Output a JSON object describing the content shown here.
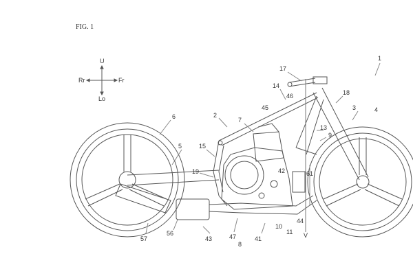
{
  "figure_label": "FIG. 1",
  "directions": {
    "up": "U",
    "rear": "Rr",
    "front": "Fr",
    "low": "Lo"
  },
  "reference_numerals": {
    "motorcycle": "1",
    "handlebar": "17",
    "frame_a": "14",
    "frame_b": "46",
    "fork": "18",
    "body_frame": "2",
    "frame_c": "45",
    "front_fork_assembly": "3",
    "front_wheel": "4",
    "rear_wheel": "6",
    "engine": "7",
    "part_13": "13",
    "part_9": "9",
    "part_15": "15",
    "swing_arm": "5",
    "part_19": "19",
    "part_42": "42",
    "part_61": "61",
    "part_57": "57",
    "muffler": "56",
    "part_43": "43",
    "part_47": "47",
    "exhaust": "8",
    "part_41": "41",
    "part_10": "10",
    "part_11": "11",
    "part_44": "44",
    "axis_v": "V"
  }
}
